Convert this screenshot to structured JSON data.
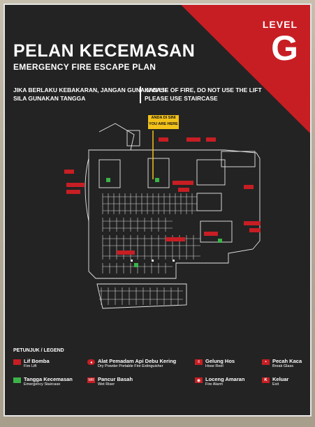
{
  "sign": {
    "level_label": "LEVEL",
    "level_value": "G",
    "title": "PELAN KECEMASAN",
    "subtitle": "EMERGENCY FIRE ESCAPE PLAN",
    "instruction_ms": [
      "JIKA BERLAKU KEBAKARAN, JANGAN GUNAKAN LIF",
      "SILA GUNAKAN TANGGA"
    ],
    "instruction_en": [
      "IN CASE OF FIRE, DO NOT USE THE LIFT",
      "PLEASE USE STAIRCASE"
    ],
    "you_are_here": "ANDA DI SINI",
    "you_are_here_en": "YOU ARE HERE",
    "wr_short": "WR",
    "exit_short": "K",
    "colors": {
      "board": "#232323",
      "red": "#c71e24",
      "yellow": "#f2c21b",
      "legend_green": "#3cb34a"
    }
  },
  "legend": {
    "title": "PETUNJUK / LEGEND",
    "items": [
      {
        "ms": "Lif Bomba",
        "en": "Fire Lift",
        "icon": "fire-lift-icon"
      },
      {
        "ms": "Alat Pemadam Api Debu Kering",
        "en": "Dry Powder Portable Fire Extinguisher",
        "icon": "extinguisher-icon"
      },
      {
        "ms": "Gelung Hos",
        "en": "Hose Reel",
        "icon": "hose-reel-icon"
      },
      {
        "ms": "Pecah Kaca",
        "en": "Break Glass",
        "icon": "break-glass-icon"
      },
      {
        "ms": "Tangga Kecemasan",
        "en": "Emergency Staircase",
        "icon": "staircase-icon"
      },
      {
        "ms": "Pancur Basah",
        "en": "Wet Riser",
        "icon": "wet-riser-icon"
      },
      {
        "ms": "Loceng Amaran",
        "en": "Fire Alarm",
        "icon": "fire-alarm-icon"
      },
      {
        "ms": "Keluar",
        "en": "Exit",
        "icon": "exit-icon"
      }
    ]
  }
}
